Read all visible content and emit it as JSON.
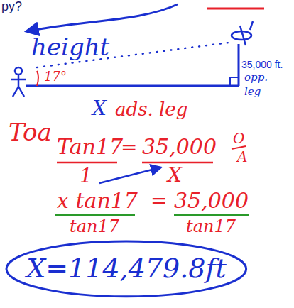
{
  "diagram": {
    "nodes": [
      {
        "text": [
          "X=114,479.8ft"
        ]
      }
    ],
    "labels": [
      "py?",
      "height",
      "17°",
      "35,000 ft.",
      "opp.",
      "leg",
      "X",
      "ads. leg",
      "Toa",
      "Tan17",
      "=",
      "35,000",
      "O",
      "A",
      "1",
      "X",
      "x tan17",
      "=",
      "35,000",
      "tan17",
      "tan17"
    ]
  }
}
